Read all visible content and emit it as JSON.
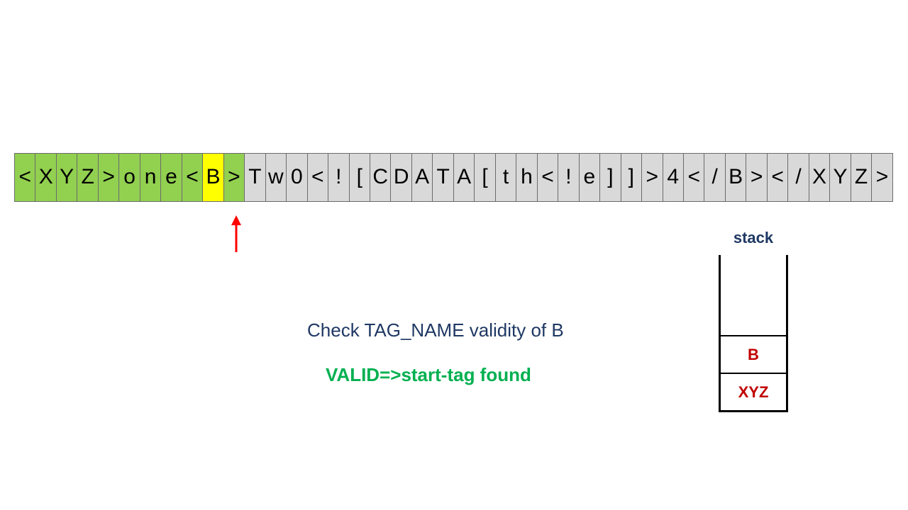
{
  "tape": {
    "cells": [
      {
        "char": "<",
        "state": "green"
      },
      {
        "char": "X",
        "state": "green"
      },
      {
        "char": "Y",
        "state": "green"
      },
      {
        "char": "Z",
        "state": "green"
      },
      {
        "char": ">",
        "state": "green"
      },
      {
        "char": "o",
        "state": "green"
      },
      {
        "char": "n",
        "state": "green"
      },
      {
        "char": "e",
        "state": "green"
      },
      {
        "char": "<",
        "state": "green"
      },
      {
        "char": "B",
        "state": "yellow"
      },
      {
        "char": ">",
        "state": "green"
      },
      {
        "char": "T",
        "state": "gray"
      },
      {
        "char": "w",
        "state": "gray"
      },
      {
        "char": "0",
        "state": "gray"
      },
      {
        "char": "<",
        "state": "gray"
      },
      {
        "char": "!",
        "state": "gray"
      },
      {
        "char": "[",
        "state": "gray"
      },
      {
        "char": "C",
        "state": "gray"
      },
      {
        "char": "D",
        "state": "gray"
      },
      {
        "char": "A",
        "state": "gray"
      },
      {
        "char": "T",
        "state": "gray"
      },
      {
        "char": "A",
        "state": "gray"
      },
      {
        "char": "[",
        "state": "gray"
      },
      {
        "char": "t",
        "state": "gray"
      },
      {
        "char": "h",
        "state": "gray"
      },
      {
        "char": "<",
        "state": "gray"
      },
      {
        "char": "!",
        "state": "gray"
      },
      {
        "char": "e",
        "state": "gray"
      },
      {
        "char": "]",
        "state": "gray"
      },
      {
        "char": "]",
        "state": "gray"
      },
      {
        "char": ">",
        "state": "gray"
      },
      {
        "char": "4",
        "state": "gray"
      },
      {
        "char": "<",
        "state": "gray"
      },
      {
        "char": "/",
        "state": "gray"
      },
      {
        "char": "B",
        "state": "gray"
      },
      {
        "char": ">",
        "state": "gray"
      },
      {
        "char": "<",
        "state": "gray"
      },
      {
        "char": "/",
        "state": "gray"
      },
      {
        "char": "X",
        "state": "gray"
      },
      {
        "char": "Y",
        "state": "gray"
      },
      {
        "char": "Z",
        "state": "gray"
      },
      {
        "char": ">",
        "state": "gray"
      }
    ],
    "pointer_index": 10,
    "colors": {
      "green": "#92d050",
      "yellow": "#ffff00",
      "gray": "#d9d9d9",
      "arrow": "#ff0000"
    }
  },
  "messages": {
    "check": "Check TAG_NAME validity of B",
    "result": "VALID=>start-tag found"
  },
  "stack": {
    "title": "stack",
    "items_top_to_bottom": [
      "B",
      "XYZ"
    ]
  }
}
